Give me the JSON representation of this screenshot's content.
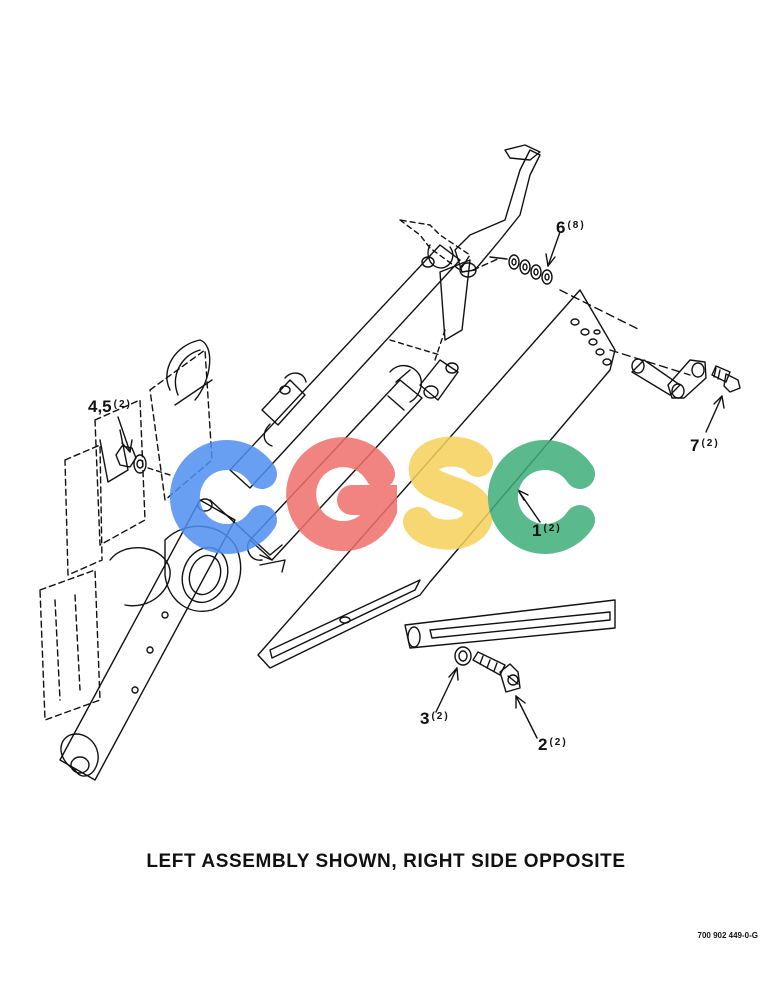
{
  "diagram": {
    "caption": "LEFT ASSEMBLY SHOWN, RIGHT SIDE OPPOSITE",
    "drawing_number": "700 902 449-0-G",
    "callouts": [
      {
        "number": "1",
        "qty": "(2)"
      },
      {
        "number": "2",
        "qty": "(2)"
      },
      {
        "number": "3",
        "qty": "(2)"
      },
      {
        "number": "4,5",
        "qty": "(2)"
      },
      {
        "number": "6",
        "qty": "(8)"
      },
      {
        "number": "7",
        "qty": "(2)"
      }
    ]
  },
  "watermark": {
    "letters": [
      "C",
      "G",
      "S",
      "C"
    ],
    "colors": [
      "#4f8ff0",
      "#ef6f6a",
      "#f6d15a",
      "#3fae7a"
    ]
  }
}
